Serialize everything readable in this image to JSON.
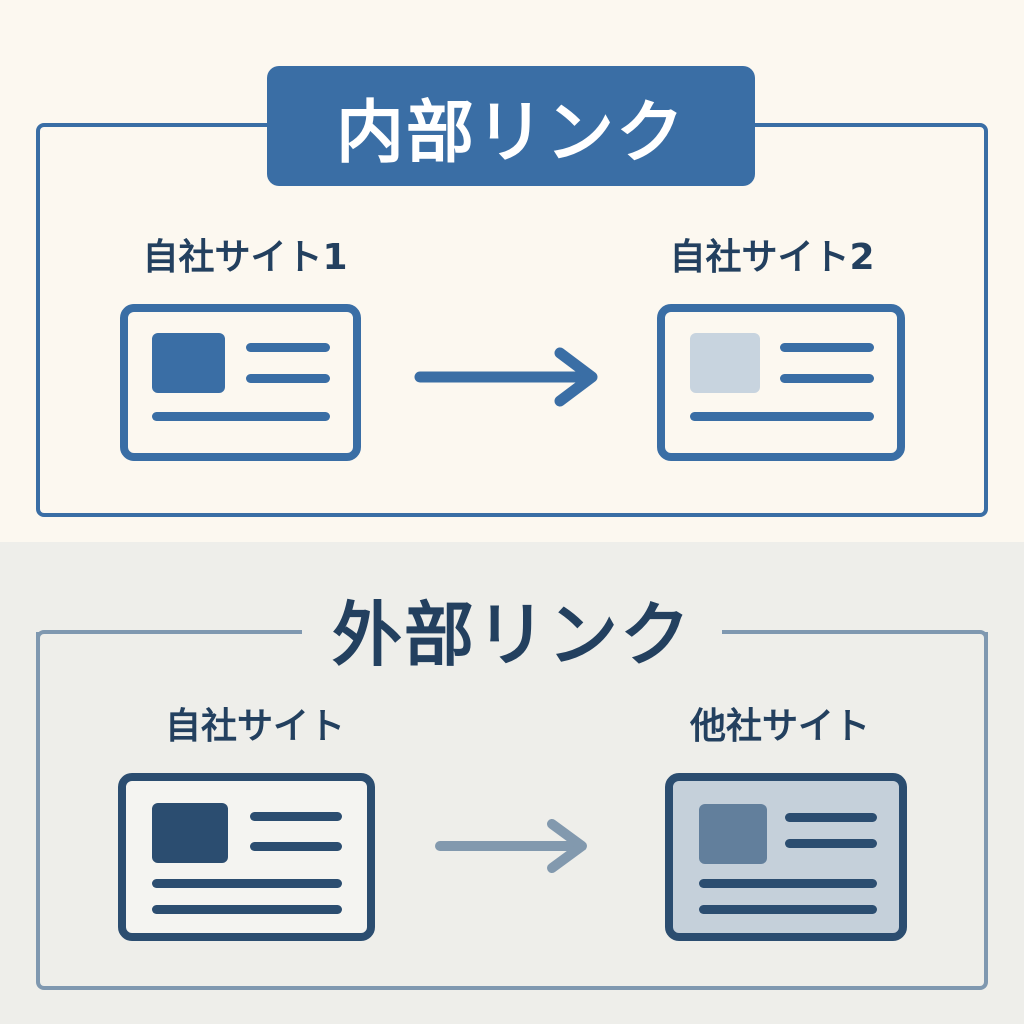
{
  "internal": {
    "title": "内部リンク",
    "source_label": "自社サイト1",
    "target_label": "自社サイト2"
  },
  "external": {
    "title": "外部リンク",
    "source_label": "自社サイト",
    "target_label": "他社サイト"
  },
  "colors": {
    "primary": "#3a6ea5",
    "dark": "#2b4d70",
    "muted": "#8299ae",
    "light_fill": "#c5d0da"
  }
}
